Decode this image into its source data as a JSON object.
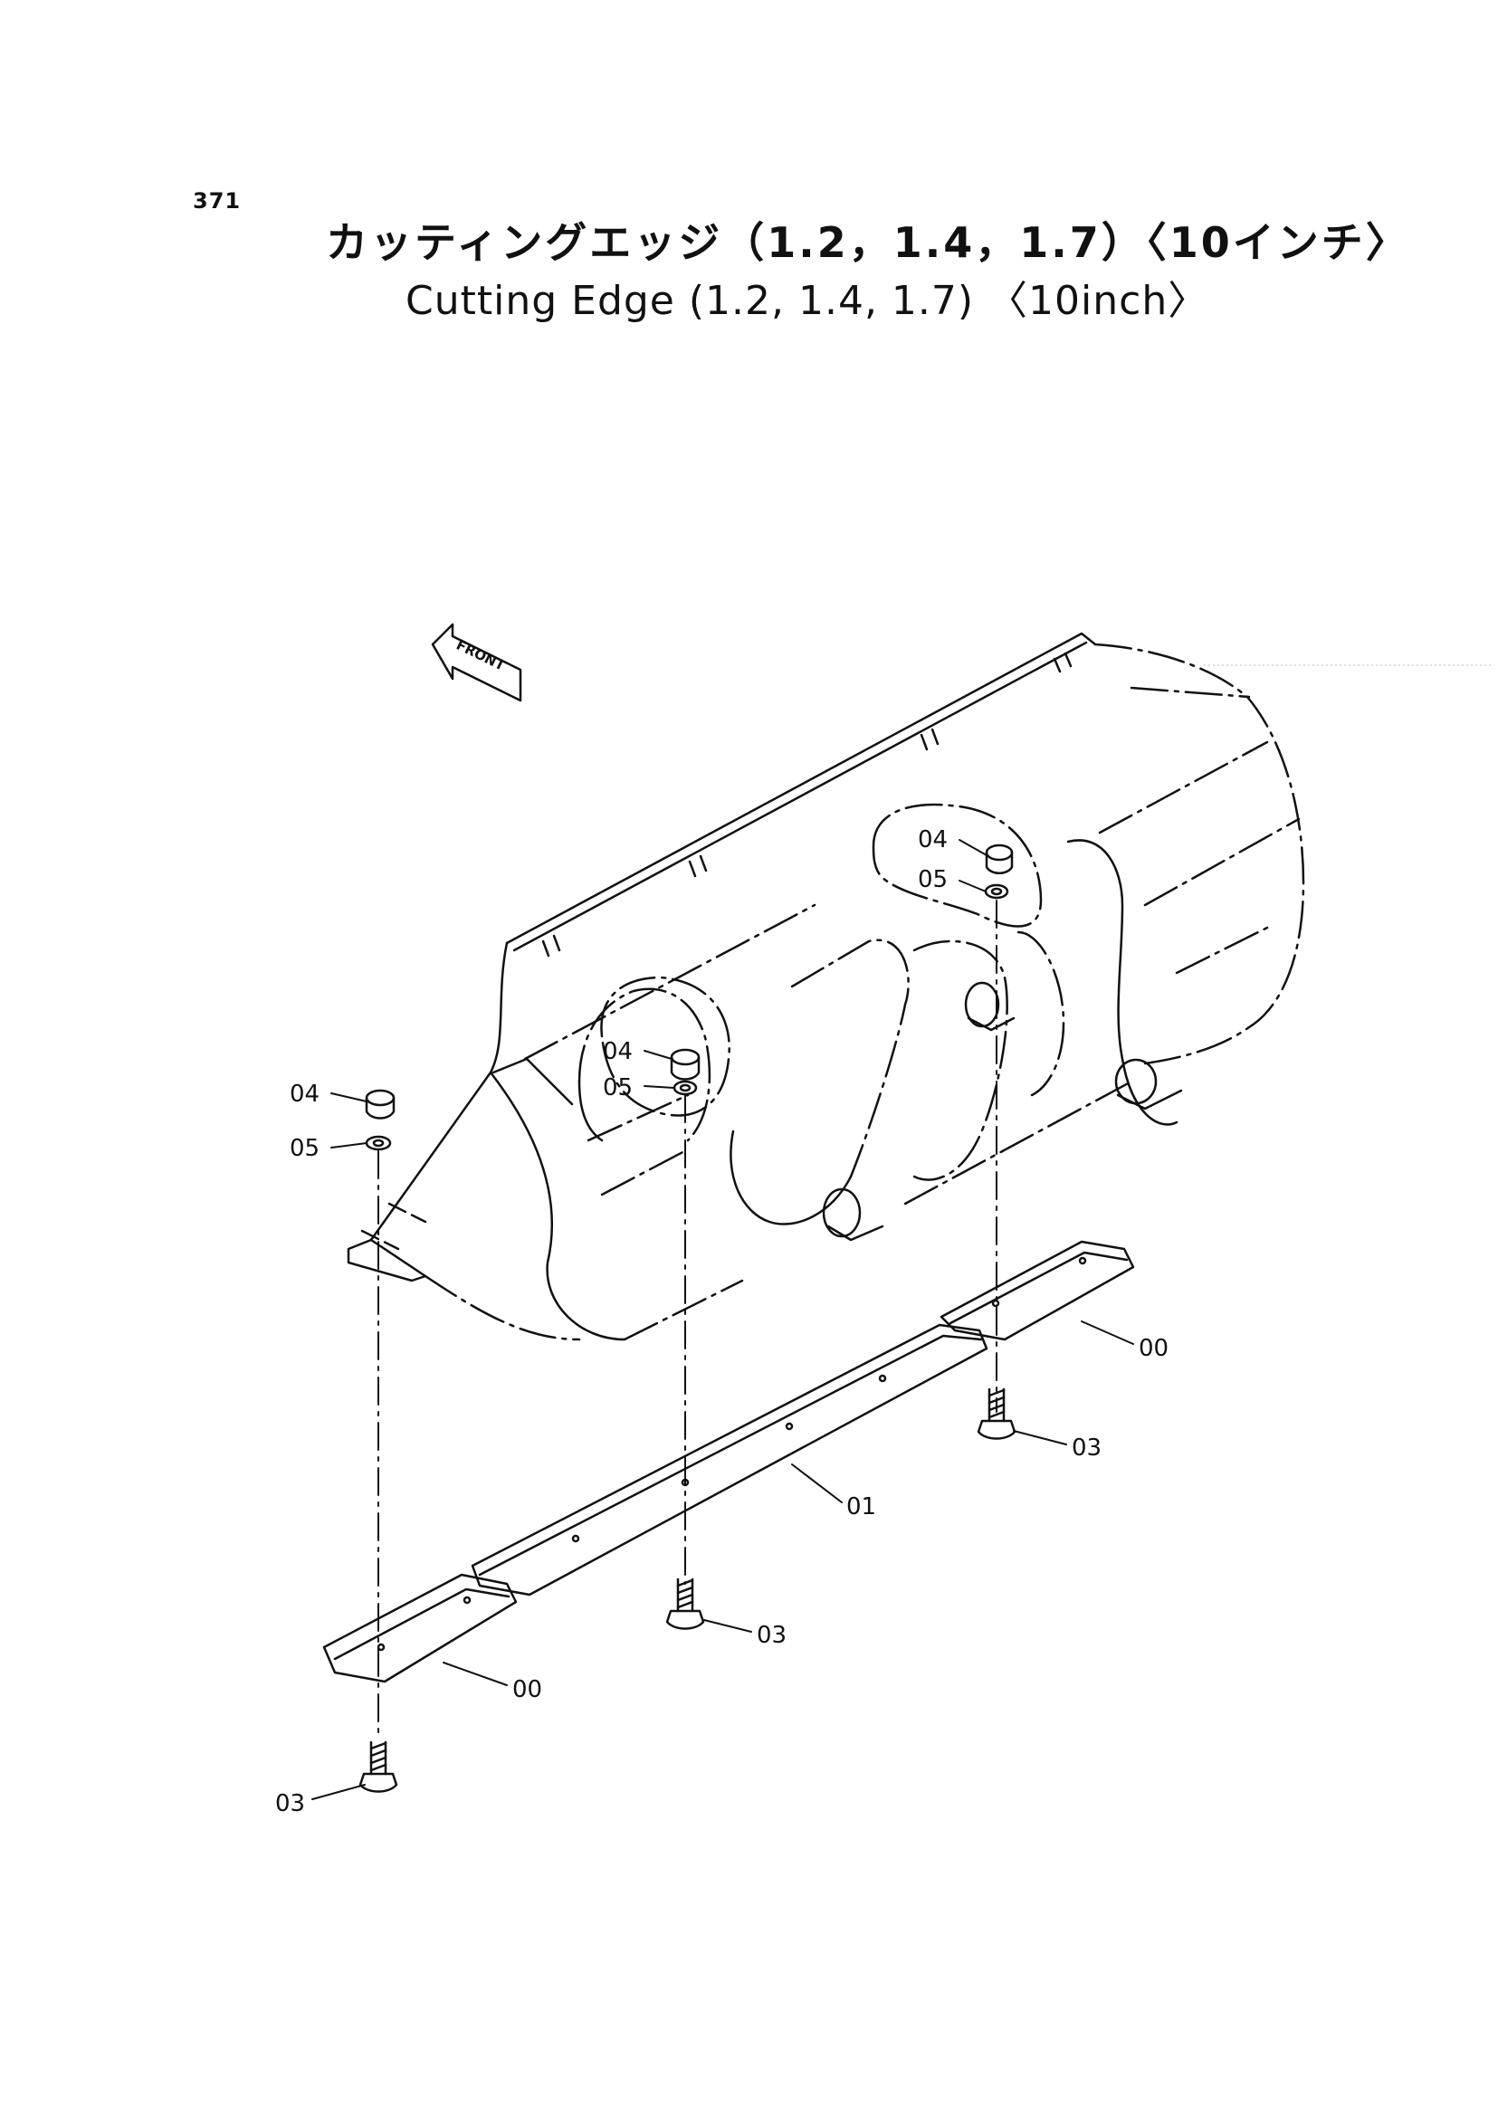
{
  "page_number": "371",
  "title_jp": "カッティングエッジ（1.2，1.4，1.7）〈10インチ〉",
  "title_en": "Cutting Edge (1.2, 1.4, 1.7) 〈10inch〉",
  "front_label": "FRONT",
  "callouts": {
    "left_nut": "04",
    "left_washer": "05",
    "mid_nut": "04",
    "mid_washer": "05",
    "right_nut": "04",
    "right_washer": "05",
    "left_edge": "00",
    "right_edge": "00",
    "center_edge": "01",
    "left_bolt": "03",
    "mid_bolt": "03",
    "right_bolt": "03"
  }
}
